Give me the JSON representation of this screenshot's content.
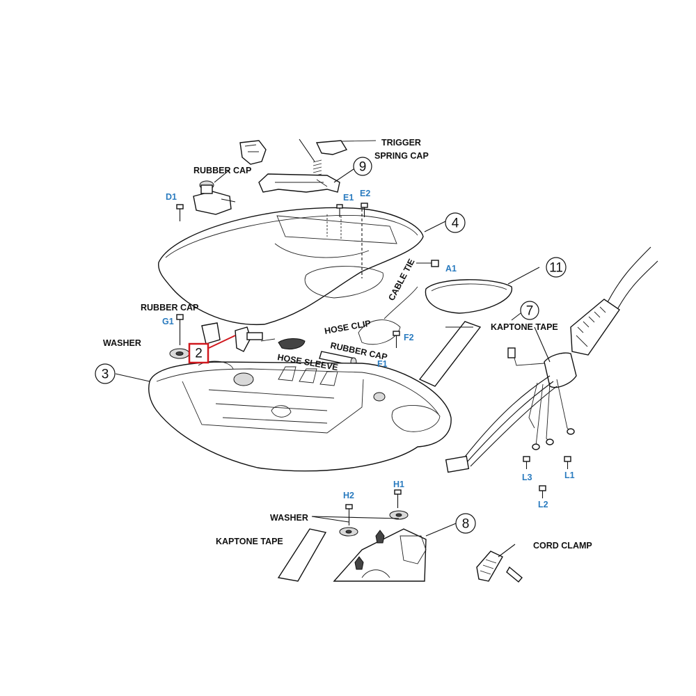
{
  "part_labels": {
    "trigger": "TRIGGER",
    "spring_cap": "SPRING CAP",
    "rubber_cap_top": "RUBBER CAP",
    "rubber_cap_left": "RUBBER CAP",
    "rubber_cap_mid": "RUBBER CAP",
    "washer_left": "WASHER",
    "washer_bottom": "WASHER",
    "cable_tie": "CABLE TIE",
    "hose_clip": "HOSE CLIP",
    "hose_sleeve": "HOSE SLEEVE",
    "kaptone_tape_right": "KAPTONE TAPE",
    "kaptone_tape_bottom": "KAPTONE TAPE",
    "cord_clamp": "CORD CLAMP"
  },
  "screw_codes": {
    "d1": "D1",
    "e1": "E1",
    "e2": "E2",
    "a1": "A1",
    "g1": "G1",
    "f1": "F1",
    "f2": "F2",
    "h1": "H1",
    "h2": "H2",
    "l1": "L1",
    "l2": "L2",
    "l3": "L3"
  },
  "callouts": {
    "c2": "2",
    "c3": "3",
    "c4": "4",
    "c7": "7",
    "c8": "8",
    "c9": "9",
    "c11": "11"
  },
  "colors": {
    "line": "#111111",
    "screw_code": "#2a7bbf",
    "highlight": "#d0181e"
  }
}
